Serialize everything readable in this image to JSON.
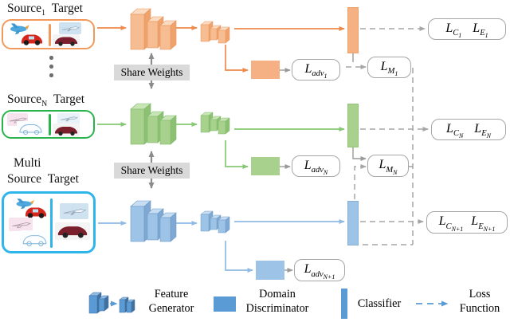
{
  "figure": {
    "type": "multi-source-domain-adaptation-architecture"
  },
  "palette": {
    "orange_fill": "#F5B183",
    "orange_line": "#ED8A4C",
    "orange_border": "#F19A5B",
    "green_fill": "#A9D18E",
    "green_line": "#86C873",
    "green_border": "#28B44B",
    "blue_fill": "#9DC3E6",
    "blue_line": "#8FBBE4",
    "blue_border": "#2FB5EA",
    "legend_blue": "#5B9BD5",
    "gray_line": "#999999",
    "dash_gray": "#A6A6A6",
    "share_weights_bg": "#D9D9D9"
  },
  "rows": [
    {
      "title": {
        "word1": "Source",
        "word1sub": "1",
        "word2": "Target"
      },
      "share_weights": "Share Weights",
      "loss_adv": {
        "base": "L",
        "sub": "adv",
        "subsub": "1"
      },
      "loss_m": {
        "base": "L",
        "sub": "M",
        "subsub": "1"
      },
      "loss_c": {
        "base": "L",
        "sub": "C",
        "subsub": "1"
      },
      "loss_e": {
        "base": "L",
        "sub": "E",
        "subsub": "1"
      }
    },
    {
      "title": {
        "word1": "Source",
        "word1sub": "N",
        "word2": "Target"
      },
      "share_weights": "Share Weights",
      "loss_adv": {
        "base": "L",
        "sub": "adv",
        "subsub": "N"
      },
      "loss_m": {
        "base": "L",
        "sub": "M",
        "subsub": "N"
      },
      "loss_c": {
        "base": "L",
        "sub": "C",
        "subsub": "N"
      },
      "loss_e": {
        "base": "L",
        "sub": "E",
        "subsub": "N"
      }
    },
    {
      "title": {
        "line1": "Multi",
        "word1": "Source",
        "word2": "Target"
      },
      "loss_adv": {
        "base": "L",
        "sub": "adv",
        "subsub": "N+1"
      },
      "loss_c": {
        "base": "L",
        "sub": "C",
        "subsub": "N+1"
      },
      "loss_e": {
        "base": "L",
        "sub": "E",
        "subsub": "N+1"
      }
    }
  ],
  "legend": [
    {
      "line1": "Feature",
      "line2": "Generator"
    },
    {
      "line1": "Domain",
      "line2": "Discriminator"
    },
    {
      "line1": "Classifier",
      "line2": ""
    },
    {
      "line1": "Loss",
      "line2": "Function"
    }
  ]
}
